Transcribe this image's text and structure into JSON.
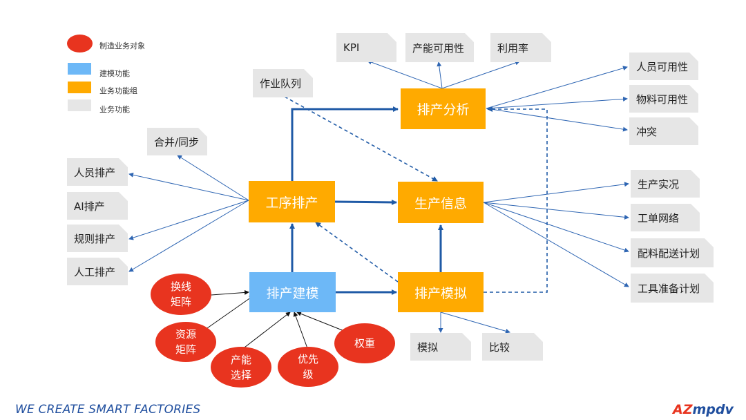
{
  "legend": {
    "items": [
      {
        "label": "制造业务对象",
        "color": "#E8341F",
        "shape": "ellipse"
      },
      {
        "label": "建模功能",
        "color": "#6DB8F7",
        "shape": "rect"
      },
      {
        "label": "业务功能组",
        "color": "#FFAA00",
        "shape": "rect"
      },
      {
        "label": "业务功能",
        "color": "#E6E6E6",
        "shape": "rect"
      }
    ]
  },
  "main_nodes": {
    "scheduling_analysis": "排产分析",
    "process_scheduling": "工序排产",
    "production_info": "生产信息",
    "scheduling_modeling": "排产建模",
    "scheduling_simulation": "排产模拟"
  },
  "function_nodes": {
    "kpi": "KPI",
    "capacity_availability": "产能可用性",
    "utilization": "利用率",
    "job_queue": "作业队列",
    "merge_sync": "合并/同步",
    "staff_availability": "人员可用性",
    "material_availability": "物料可用性",
    "conflict": "冲突",
    "staff_scheduling": "人员排产",
    "ai_scheduling": "AI排产",
    "rule_scheduling": "规则排产",
    "manual_scheduling": "人工排产",
    "production_actuals": "生产实况",
    "work_order_network": "工单网络",
    "material_delivery_plan": "配料配送计划",
    "tool_prep_plan": "工具准备计划",
    "simulate": "模拟",
    "compare": "比较"
  },
  "objects": {
    "changeover_matrix": "换线\n矩阵",
    "resource_matrix": "资源\n矩阵",
    "capacity_selection": "产能\n选择",
    "priority": "优先\n级",
    "weight": "权重"
  },
  "footer": {
    "slogan": "WE CREATE SMART FACTORIES",
    "logo_mark": "AZ",
    "logo_text": "mpdv"
  },
  "colors": {
    "arrow_primary": "#1F5AA6",
    "arrow_thin": "#2F66B3",
    "arrow_black": "#111111"
  }
}
